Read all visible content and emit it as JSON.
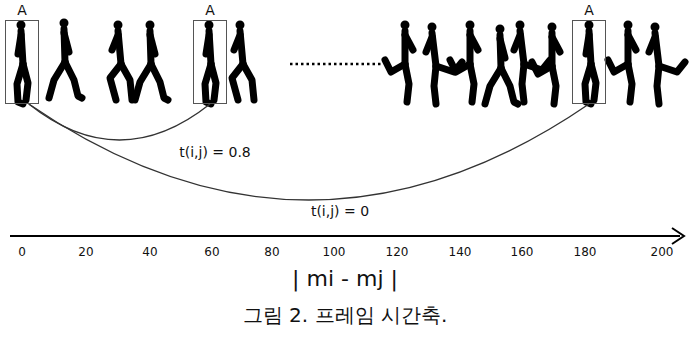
{
  "diagram": {
    "caption": "그림 2. 프레임 시간축.",
    "nodes": [
      {
        "text": [
          "A"
        ]
      },
      {
        "text": [
          "A"
        ]
      },
      {
        "text": [
          "A"
        ]
      }
    ],
    "edges": [
      {
        "from": 0,
        "to": 1,
        "arrow": "none",
        "label": "t(i,j) = 0.8"
      },
      {
        "from": 0,
        "to": 2,
        "arrow": "none",
        "label": "t(i,j) = 0"
      }
    ],
    "labels": [
      "0",
      "20",
      "40",
      "60",
      "80",
      "100",
      "120",
      "140",
      "160",
      "180",
      "200",
      "| mi - mj |"
    ]
  }
}
